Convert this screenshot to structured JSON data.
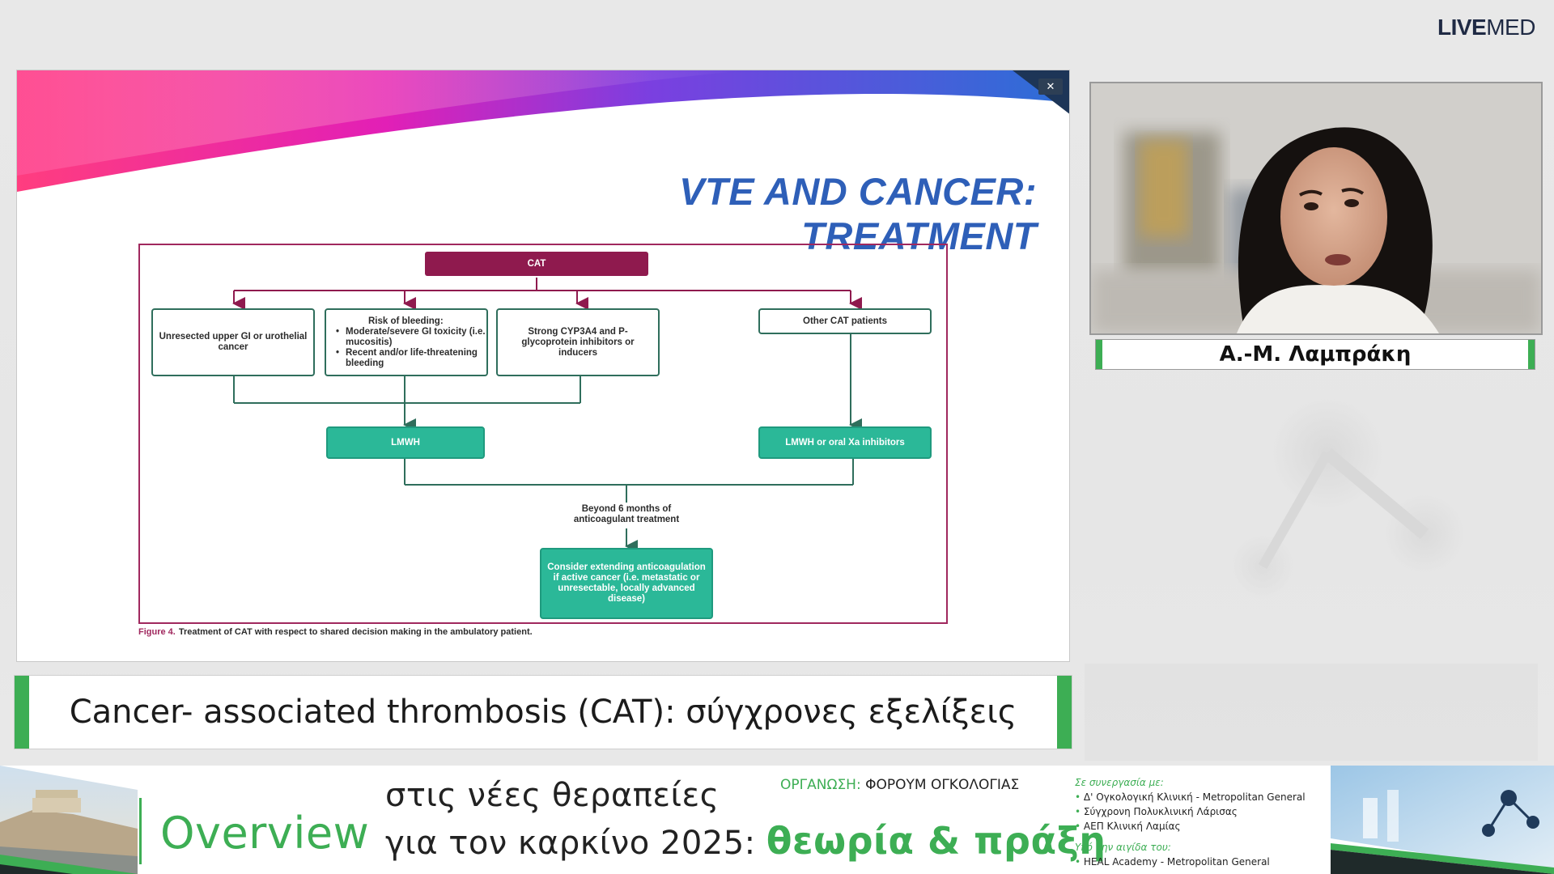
{
  "brand": {
    "bold": "LIVE",
    "regular": "MED"
  },
  "slide": {
    "close_label": "✕",
    "title": "VTE AND CANCER: TREATMENT",
    "flowchart": {
      "root": "CAT",
      "unresected": "Unresected upper GI or urothelial cancer",
      "bleeding_head": "Risk of bleeding:",
      "bleeding_items": [
        "Moderate/severe GI toxicity (i.e. mucositis)",
        "Recent and/or life-threatening bleeding"
      ],
      "cyp": "Strong CYP3A4 and P-glycoprotein inhibitors or inducers",
      "other": "Other CAT patients",
      "lmwh": "LMWH",
      "lmwh_xa": "LMWH or oral Xa inhibitors",
      "beyond": "Beyond 6 months of anticoagulant treatment",
      "consider": "Consider extending anticoagulation if active cancer (i.e. metastatic or unresectable, locally advanced disease)"
    },
    "caption_figure": "Figure 4.",
    "caption_text": "Treatment of CAT with respect to shared decision making in the ambulatory patient."
  },
  "lecture_title": "Cancer- associated thrombosis (CAT): σύγχρονες εξελίξεις",
  "speaker_name": "Α.-Μ. Λαμπράκη",
  "banner": {
    "overview": "Overview",
    "tagline_1": "στις νέες θεραπείες",
    "tagline_2": "για τον καρκίνο 2025:",
    "tagline_accent": "θεωρία & πράξη",
    "org_label": "ΟΡΓΑΝΩΣΗ:",
    "org_name": "ΦΟΡΟΥΜ ΟΓΚΟΛΟΓΙΑΣ",
    "partners_heading": "Σε συνεργασία με:",
    "partners": [
      "Δ' Ογκολογική Κλινική - Metropolitan General",
      "Σύγχρονη Πολυκλινική Λάρισας",
      "ΑΕΠ Κλινική Λαμίας"
    ],
    "sponsor_heading": "Υπό την αιγίδα του:",
    "sponsors": [
      "HEAL Academy - Metropolitan General"
    ]
  },
  "colors": {
    "accent_green": "#3dae54",
    "slide_title_blue": "#2e5fb8",
    "flow_magenta": "#8f1a4e",
    "flow_teal": "#2bb898"
  }
}
